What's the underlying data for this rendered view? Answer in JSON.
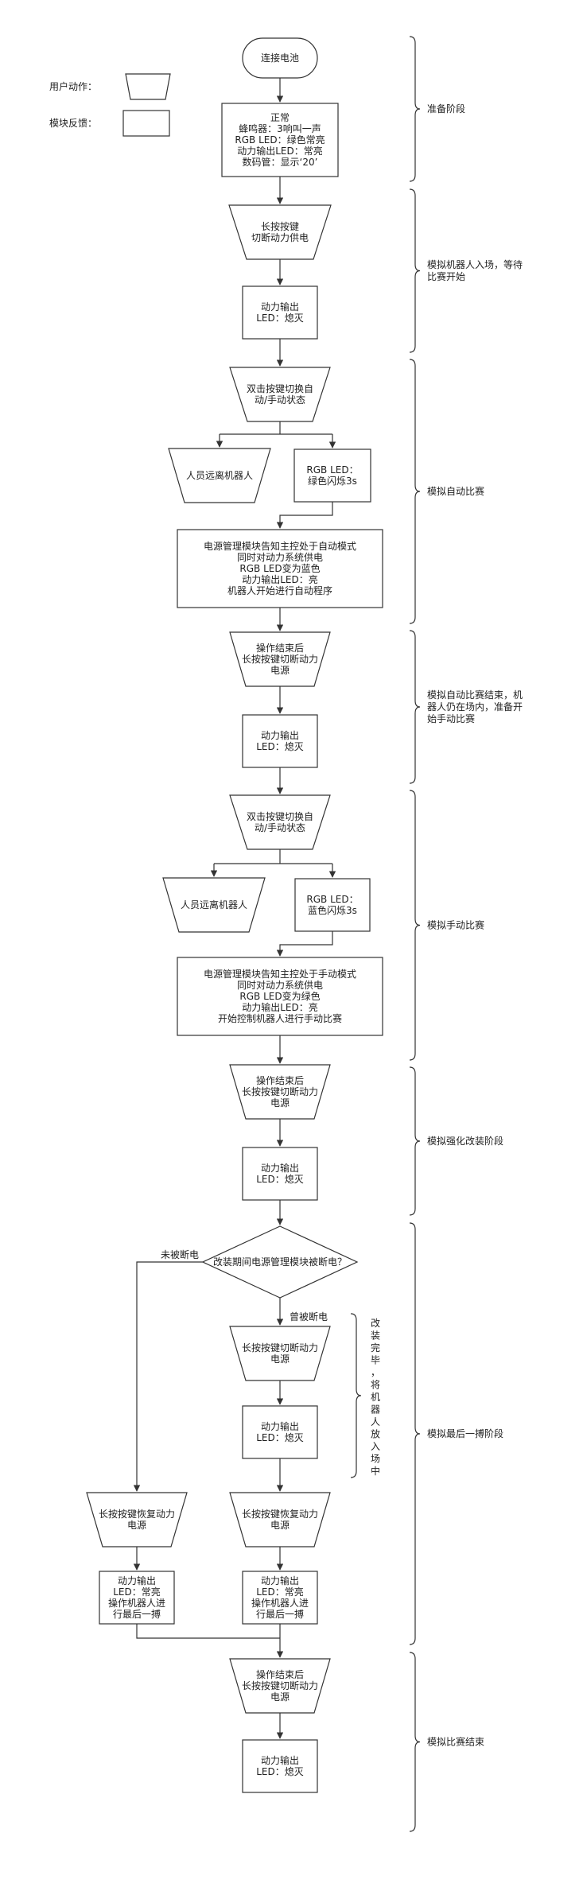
{
  "legend": {
    "user_action": "用户动作：",
    "module_feedback": "模块反馈："
  },
  "nodes": {
    "start": "连接电池",
    "normal": [
      "正常",
      "蜂鸣器：3响叫一声",
      "RGB LED：绿色常亮",
      "动力输出LED：常亮",
      "数码管：显示‘20’"
    ],
    "long_press_1": [
      "长按按键",
      "切断动力供电"
    ],
    "power_off_1": [
      "动力输出",
      "LED：熄灭"
    ],
    "double_click_1": [
      "双击按键切换自",
      "动/手动状态"
    ],
    "leave_robot_1": "人员远离机器人",
    "rgb_green_flash": [
      "RGB LED：",
      "绿色闪烁3s"
    ],
    "auto_mode": [
      "电源管理模块告知主控处于自动模式",
      "同时对动力系统供电",
      "RGB LED变为蓝色",
      "动力输出LED：亮",
      "机器人开始进行自动程序"
    ],
    "after_op_1": [
      "操作结束后",
      "长按按键切断动力",
      "电源"
    ],
    "power_off_2": [
      "动力输出",
      "LED：熄灭"
    ],
    "double_click_2": [
      "双击按键切换自",
      "动/手动状态"
    ],
    "leave_robot_2": "人员远离机器人",
    "rgb_blue_flash": [
      "RGB LED：",
      "蓝色闪烁3s"
    ],
    "manual_mode": [
      "电源管理模块告知主控处于手动模式",
      "同时对动力系统供电",
      "RGB LED变为绿色",
      "动力输出LED：亮",
      "开始控制机器人进行手动比赛"
    ],
    "after_op_2": [
      "操作结束后",
      "长按按键切断动力",
      "电源"
    ],
    "power_off_3": [
      "动力输出",
      "LED：熄灭"
    ],
    "decision": "改装期间电源管理模块被断电？",
    "label_not_cut": "未被断电",
    "label_cut": "曾被断电",
    "long_press_cut": [
      "长按按键切断动力",
      "电源"
    ],
    "power_off_4": [
      "动力输出",
      "LED：熄灭"
    ],
    "restore_left": [
      "长按按键恢复动力",
      "电源"
    ],
    "restore_right": [
      "长按按键恢复动力",
      "电源"
    ],
    "final_left": [
      "动力输出",
      "LED：常亮",
      "操作机器人进",
      "行最后一搏"
    ],
    "final_right": [
      "动力输出",
      "LED：常亮",
      "操作机器人进",
      "行最后一搏"
    ],
    "after_op_3": [
      "操作结束后",
      "长按按键切断动力",
      "电源"
    ],
    "power_off_5": [
      "动力输出",
      "LED：熄灭"
    ],
    "vertical_note": "改装完毕，将机器人放入场中"
  },
  "stages": [
    [
      "准备阶段"
    ],
    [
      "模拟机器人入场，等待",
      "比赛开始"
    ],
    [
      "模拟自动比赛"
    ],
    [
      "模拟自动比赛结束，机",
      "器人仍在场内，准备开",
      "始手动比赛"
    ],
    [
      "模拟手动比赛"
    ],
    [
      "模拟强化改装阶段"
    ],
    [
      "模拟最后一搏阶段"
    ],
    [
      "模拟比赛结束"
    ]
  ]
}
